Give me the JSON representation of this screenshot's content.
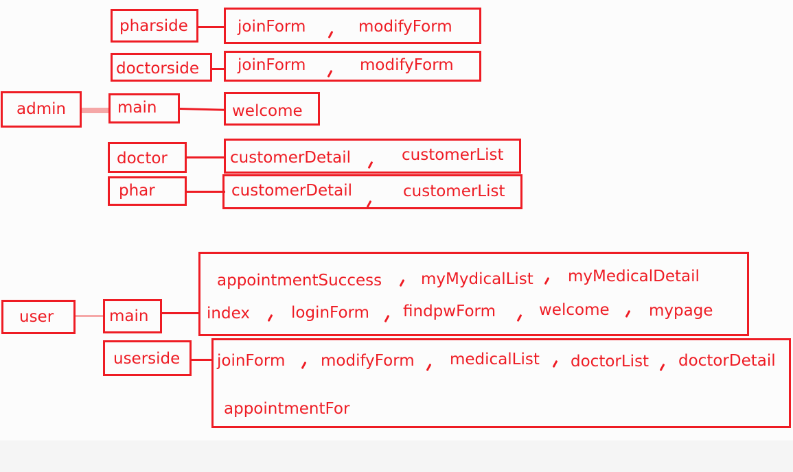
{
  "admin": {
    "root": "admin",
    "pharside": {
      "label": "pharside",
      "pages": [
        "joinForm",
        "modifyForm"
      ]
    },
    "doctorside": {
      "label": "doctorside",
      "pages": [
        "joinForm",
        "modifyForm"
      ]
    },
    "main": {
      "label": "main",
      "pages": [
        "welcome"
      ]
    },
    "doctor": {
      "label": "doctor",
      "pages": [
        "customerDetail",
        "customerList"
      ]
    },
    "phar": {
      "label": "phar",
      "pages": [
        "customerDetail",
        "customerList"
      ]
    }
  },
  "user": {
    "root": "user",
    "main": {
      "label": "main",
      "pages_row1": [
        "appointmentSuccess",
        "myMydicalList",
        "myMedicalDetail"
      ],
      "pages_row2": [
        "index",
        "loginForm",
        "findpwForm",
        "welcome",
        "mypage"
      ]
    },
    "userside": {
      "label": "userside",
      "pages_row1": [
        "joinForm",
        "modifyForm",
        "medicalList",
        "doctorList",
        "doctorDetail"
      ],
      "pages_row2": [
        "appointmentFor"
      ]
    }
  },
  "colors": {
    "stroke": "#ee1c24",
    "connector_light": "#f5a7a7",
    "background": "#fcfcfc"
  }
}
